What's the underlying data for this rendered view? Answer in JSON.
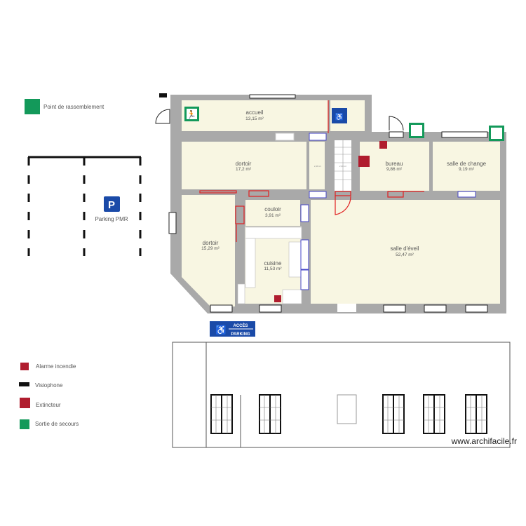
{
  "rooms": [
    {
      "name": "accueil",
      "area": "13,15 m²"
    },
    {
      "name": "dortoir",
      "area": "17,2 m²"
    },
    {
      "name": "",
      "area": "2,48 m²"
    },
    {
      "name": "",
      "area": "2,60 m²"
    },
    {
      "name": "bureau",
      "area": "9,86 m²"
    },
    {
      "name": "salle de change",
      "area": "9,19 m²"
    },
    {
      "name": "couloir",
      "area": "3,91 m²"
    },
    {
      "name": "dortoir",
      "area": "15,29 m²"
    },
    {
      "name": "cuisine",
      "area": "11,53 m²"
    },
    {
      "name": "salle d'éveil",
      "area": "52,47 m²"
    }
  ],
  "assembly_point": {
    "label": "Point de rassemblement",
    "icon": "assembly-point-icon"
  },
  "parking": {
    "label": "Parking PMR",
    "icon": "accessible-parking-icon"
  },
  "access_sign": {
    "line1": "ACCÈS",
    "line2": "PARKING"
  },
  "legend": [
    {
      "label": "Alarme incendie",
      "icon": "fire-alarm-icon"
    },
    {
      "label": "Visiophone",
      "icon": "videophone-icon"
    },
    {
      "label": "Extincteur",
      "icon": "extinguisher-icon"
    },
    {
      "label": "Sortie de secours",
      "icon": "emergency-exit-icon"
    }
  ],
  "watermark": "www.archifacile.fr",
  "colors": {
    "wall": "#a9a9a9",
    "floor": "#f8f6e2",
    "exit": "#13995a",
    "fire": "#b01d2e",
    "pmr": "#1a4aa8",
    "door": "#e02020",
    "window": "#4646c8"
  }
}
